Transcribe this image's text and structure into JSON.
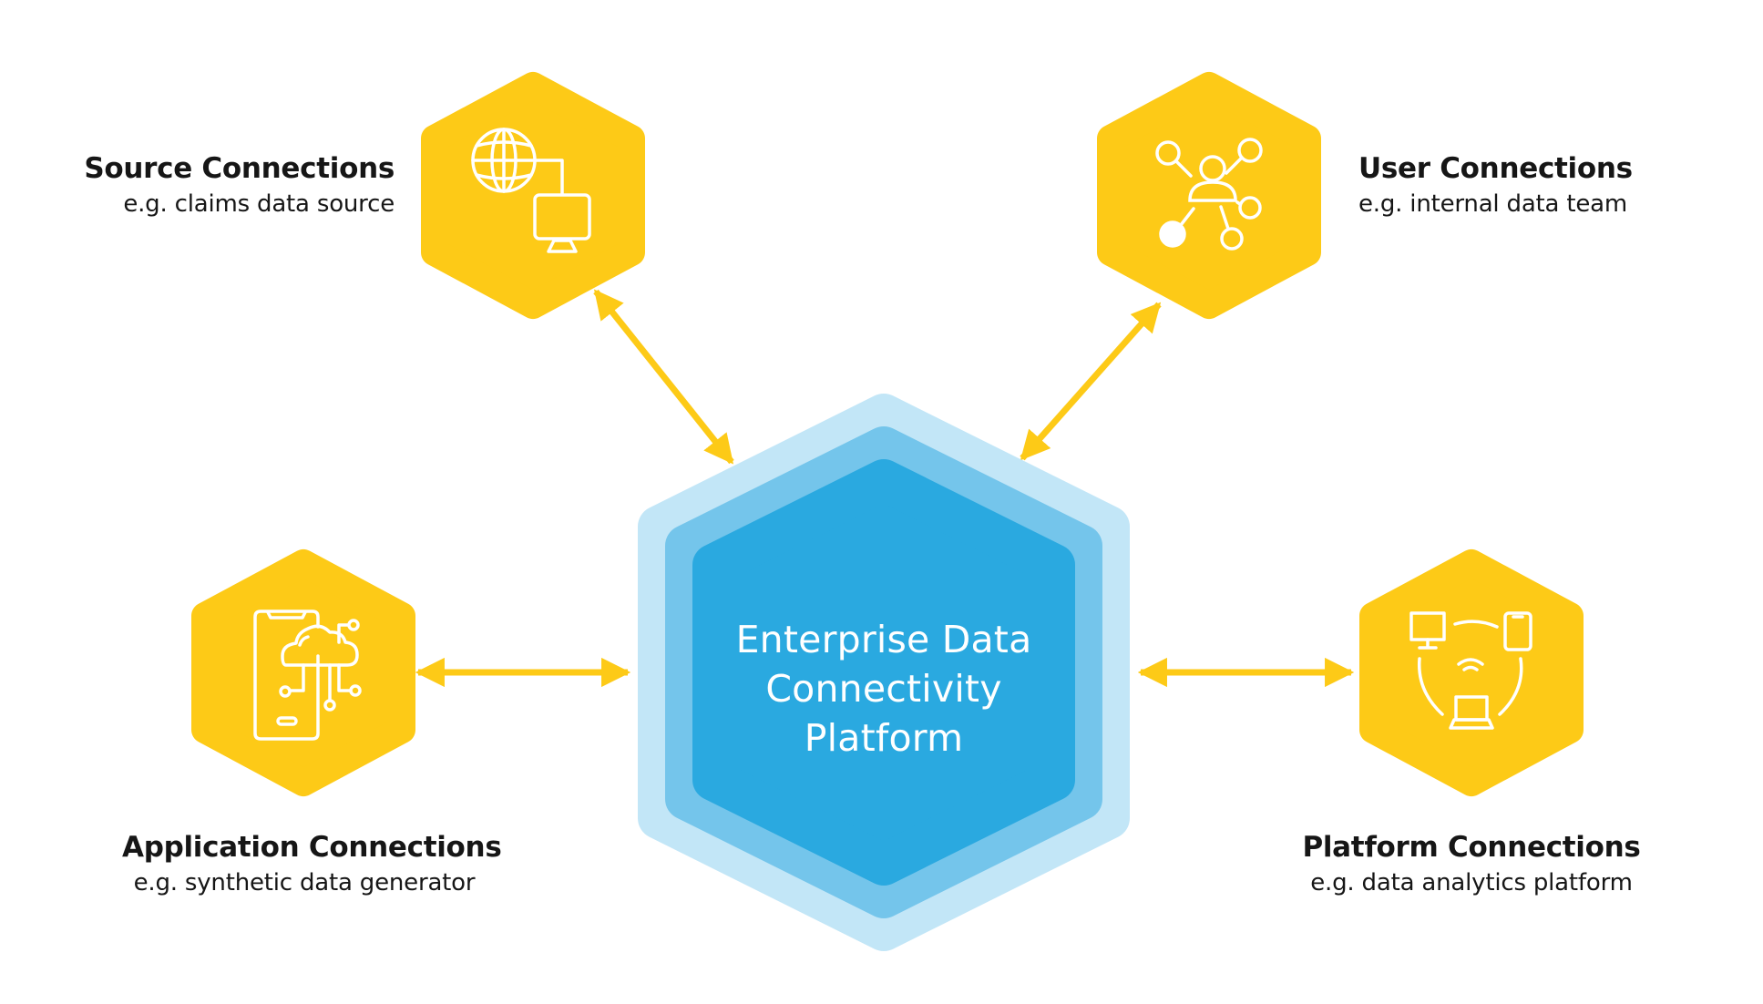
{
  "diagram": {
    "center": {
      "lines": [
        "Enterprise Data",
        "Connectivity",
        "Platform"
      ],
      "colors": {
        "outer": "#C2E6F7",
        "middle": "#74C5EB",
        "inner": "#2AA9E0"
      }
    },
    "nodes": [
      {
        "id": "source",
        "title": "Source Connections",
        "subtitle": "e.g. claims data source",
        "icon": "globe-to-monitor-icon"
      },
      {
        "id": "user",
        "title": "User Connections",
        "subtitle": "e.g. internal data team",
        "icon": "user-network-icon"
      },
      {
        "id": "application",
        "title": "Application Connections",
        "subtitle": "e.g. synthetic data generator",
        "icon": "phone-cloud-icon"
      },
      {
        "id": "platform",
        "title": "Platform Connections",
        "subtitle": "e.g. data analytics platform",
        "icon": "connected-devices-icon"
      }
    ],
    "connectors": [
      {
        "from": "source",
        "to": "center",
        "type": "bidirectional-arrow"
      },
      {
        "from": "user",
        "to": "center",
        "type": "bidirectional-arrow"
      },
      {
        "from": "application",
        "to": "center",
        "type": "bidirectional-arrow"
      },
      {
        "from": "platform",
        "to": "center",
        "type": "bidirectional-arrow"
      }
    ],
    "colors": {
      "node": "#FDCA17",
      "arrow": "#FDCA17",
      "icon": "#FFFFFF",
      "text": "#161616"
    }
  }
}
